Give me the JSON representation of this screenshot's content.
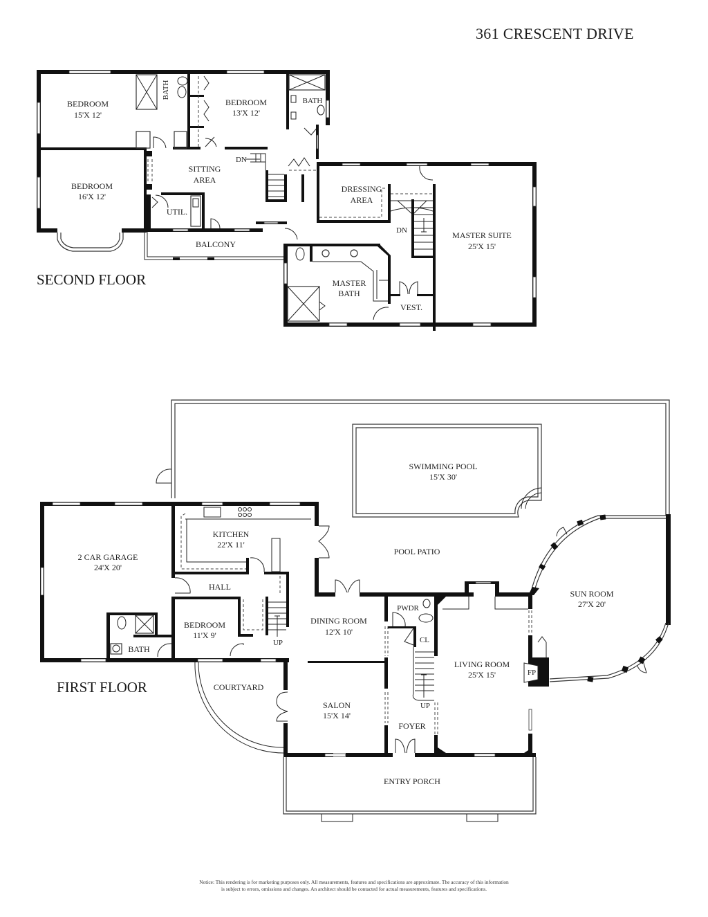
{
  "header": {
    "title": "361 CRESCENT DRIVE"
  },
  "second_floor": {
    "title": "SECOND FLOOR",
    "rooms": [
      {
        "name": "BEDROOM",
        "size": "15'X 12'"
      },
      {
        "name": "BATH",
        "size": ""
      },
      {
        "name": "BEDROOM",
        "size": "13'X 12'"
      },
      {
        "name": "BATH",
        "size": ""
      },
      {
        "name": "BEDROOM",
        "size": "16'X 12'"
      },
      {
        "name": "SITTING",
        "size": "AREA"
      },
      {
        "name": "UTIL.",
        "size": ""
      },
      {
        "name": "BALCONY",
        "size": ""
      },
      {
        "name": "DRESSING",
        "size": "AREA"
      },
      {
        "name": "MASTER SUITE",
        "size": "25'X 15'"
      },
      {
        "name": "MASTER",
        "size": "BATH"
      },
      {
        "name": "VEST.",
        "size": ""
      }
    ],
    "stair_labels": [
      "DN",
      "DN"
    ]
  },
  "first_floor": {
    "title": "FIRST FLOOR",
    "rooms": [
      {
        "name": "SWIMMING POOL",
        "size": "15'X 30'"
      },
      {
        "name": "POOL PATIO",
        "size": ""
      },
      {
        "name": "KITCHEN",
        "size": "22'X 11'"
      },
      {
        "name": "2 CAR GARAGE",
        "size": "24'X 20'"
      },
      {
        "name": "HALL",
        "size": ""
      },
      {
        "name": "BEDROOM",
        "size": "11'X 9'"
      },
      {
        "name": "BATH",
        "size": ""
      },
      {
        "name": "DINING ROOM",
        "size": "12'X 10'"
      },
      {
        "name": "PWDR",
        "size": ""
      },
      {
        "name": "CL",
        "size": ""
      },
      {
        "name": "LIVING ROOM",
        "size": "25'X 15'"
      },
      {
        "name": "SUN ROOM",
        "size": "27'X 20'"
      },
      {
        "name": "FP",
        "size": ""
      },
      {
        "name": "COURTYARD",
        "size": ""
      },
      {
        "name": "SALON",
        "size": "15'X 14'"
      },
      {
        "name": "FOYER",
        "size": ""
      },
      {
        "name": "ENTRY PORCH",
        "size": ""
      }
    ],
    "stair_labels": [
      "UP",
      "UP"
    ]
  },
  "footer": {
    "notice_line1": "Notice: This rendering is for marketing purposes only. All measurements, features and specifications are approximate. The accuracy of this information",
    "notice_line2": "is subject to errors, omissions and changes. An architect should be contacted for actual measurements, features and specifications."
  }
}
